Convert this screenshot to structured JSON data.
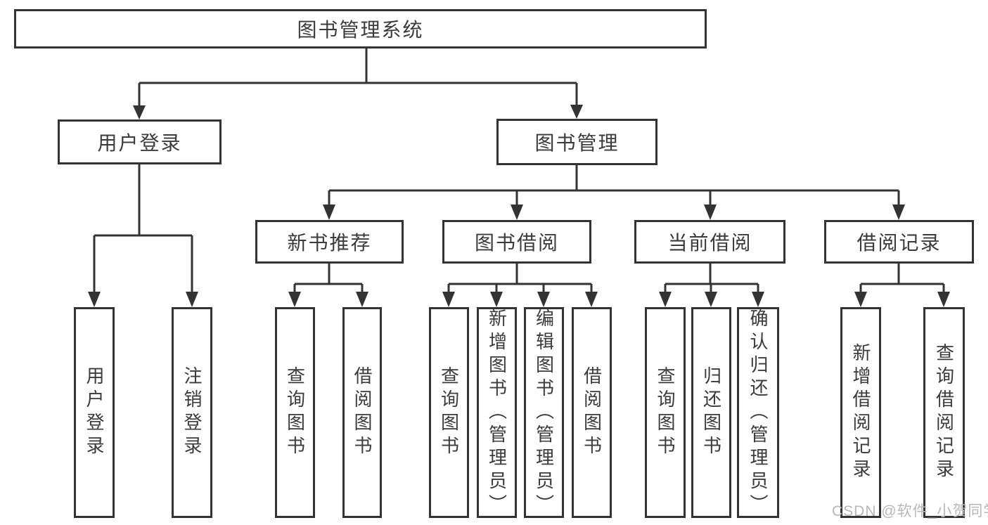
{
  "diagram": {
    "type": "tree",
    "root": {
      "label": "图书管理系统",
      "children": [
        {
          "label": "用户登录",
          "children": [
            {
              "label": "用户登录"
            },
            {
              "label": "注销登录"
            }
          ]
        },
        {
          "label": "图书管理",
          "children": [
            {
              "label": "新书推荐",
              "children": [
                {
                  "label": "查询图书"
                },
                {
                  "label": "借阅图书"
                }
              ]
            },
            {
              "label": "图书借阅",
              "children": [
                {
                  "label": "查询图书"
                },
                {
                  "label": "新增图书（管理员）"
                },
                {
                  "label": "编辑图书（管理员）"
                },
                {
                  "label": "借阅图书"
                }
              ]
            },
            {
              "label": "当前借阅",
              "children": [
                {
                  "label": "查询图书"
                },
                {
                  "label": "归还图书"
                },
                {
                  "label": "确认归还（管理员）"
                }
              ]
            },
            {
              "label": "借阅记录",
              "children": [
                {
                  "label": "新增借阅记录"
                },
                {
                  "label": "查询借阅记录"
                }
              ]
            }
          ]
        }
      ]
    }
  },
  "watermark": {
    "text": "CSDN @软件_小贺同学"
  },
  "colors": {
    "line": "#333333",
    "box_fill": "#ffffff",
    "text": "#3b3b3b",
    "watermark": "#b8b8b8",
    "background": "#ffffff"
  }
}
